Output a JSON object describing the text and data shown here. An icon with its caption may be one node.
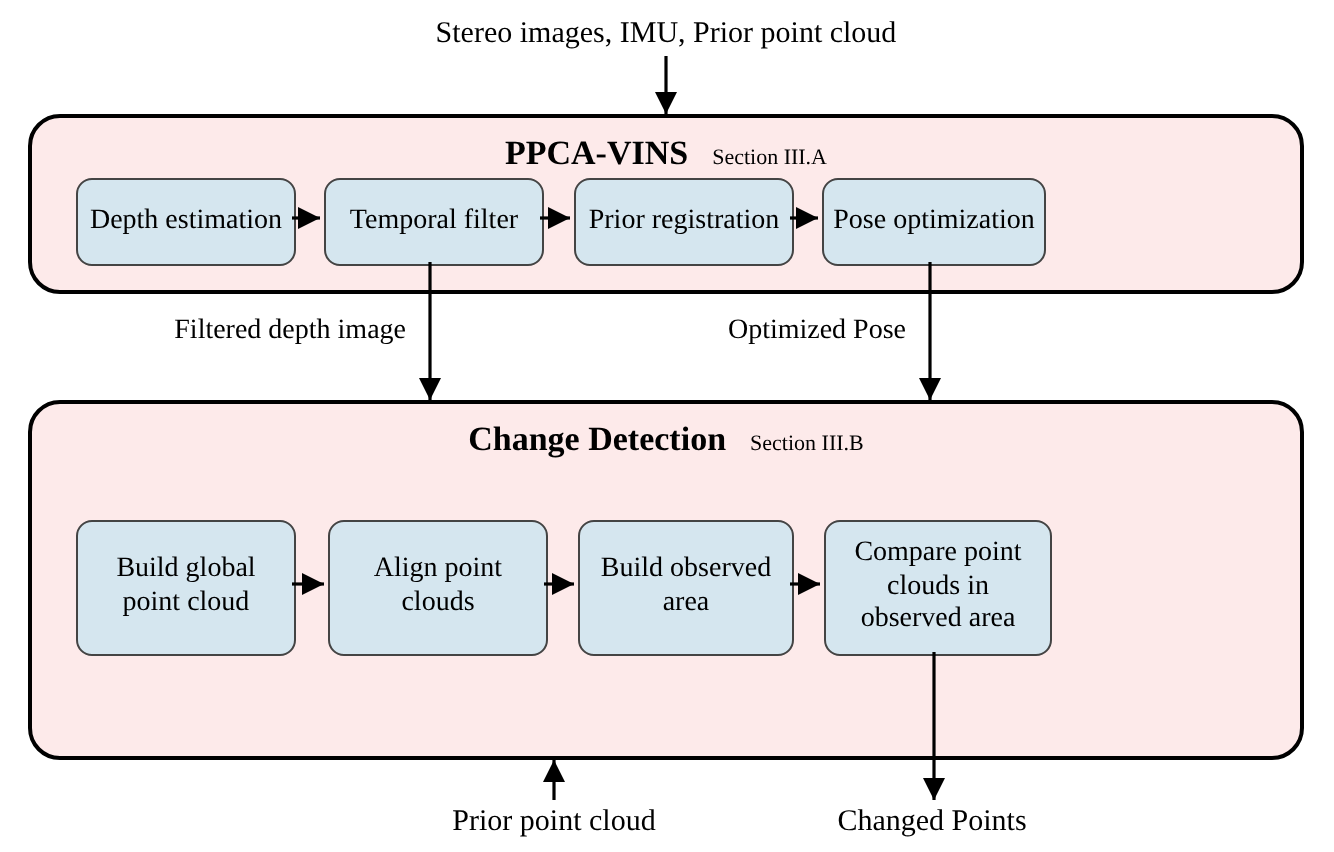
{
  "diagram": {
    "nodes": [
      {
        "text": [
          "Stereo images, IMU, Prior point cloud"
        ]
      },
      {
        "text": [
          "PPCA-VINS",
          "Section III.A"
        ]
      },
      {
        "text": [
          "Depth estimation"
        ],
        "in": 1
      },
      {
        "text": [
          "Temporal filter"
        ],
        "in": 1
      },
      {
        "text": [
          "Prior registration"
        ],
        "in": 1
      },
      {
        "text": [
          "Pose optimization"
        ],
        "in": 1
      },
      {
        "text": [
          "Change Detection",
          "Section III.B"
        ]
      },
      {
        "text": [
          "Build global point cloud"
        ],
        "in": 6
      },
      {
        "text": [
          "Align point clouds"
        ],
        "in": 6
      },
      {
        "text": [
          "Build observed area"
        ],
        "in": 6
      },
      {
        "text": [
          "Compare point clouds in observed area"
        ],
        "in": 6
      },
      {
        "text": [
          "Prior point cloud"
        ]
      },
      {
        "text": [
          "Changed Points"
        ]
      }
    ],
    "edges": [
      {
        "from": 0,
        "to": 1,
        "arrow": "to"
      },
      {
        "from": 2,
        "to": 3,
        "arrow": "to"
      },
      {
        "from": 3,
        "to": 4,
        "arrow": "to"
      },
      {
        "from": 4,
        "to": 5,
        "arrow": "to"
      },
      {
        "from": 3,
        "to": 6,
        "arrow": "to",
        "label": "Filtered depth image"
      },
      {
        "from": 5,
        "to": 6,
        "arrow": "to",
        "label": "Optimized Pose"
      },
      {
        "from": 7,
        "to": 8,
        "arrow": "to"
      },
      {
        "from": 8,
        "to": 9,
        "arrow": "to"
      },
      {
        "from": 9,
        "to": 10,
        "arrow": "to"
      },
      {
        "from": 11,
        "to": 6,
        "arrow": "to"
      },
      {
        "from": 10,
        "to": 12,
        "arrow": "to"
      }
    ]
  }
}
